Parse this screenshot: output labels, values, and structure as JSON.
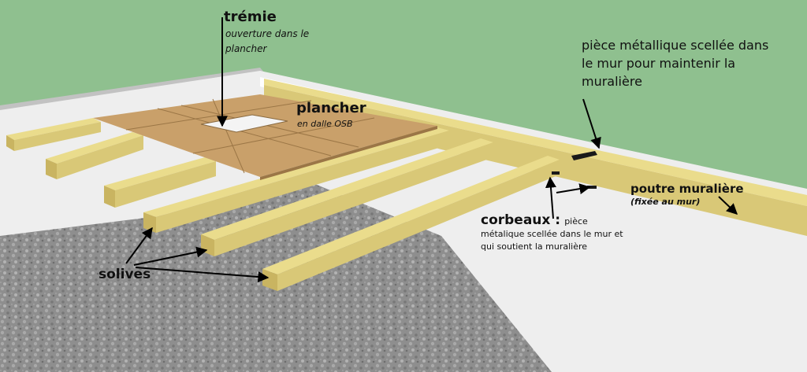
{
  "colors": {
    "wall": "#8fc08f",
    "wall_top": "#9fce9c",
    "floor_side": "#d4d4d4",
    "slab": "#eeeeee",
    "gravel": "#8d8d8d",
    "beam_top": "#eadc8c",
    "beam_side": "#d9c877",
    "beam_end": "#c9b461",
    "osb": "#c9a06a",
    "osb_seam": "#9b7646",
    "metal": "#1a1a1a",
    "arrow": "#000000"
  },
  "labels": {
    "tremie_title": "trémie",
    "tremie_sub_1": "ouverture dans le",
    "tremie_sub_2": "plancher",
    "plancher_title": "plancher",
    "plancher_sub": "en dalle OSB",
    "piece_line_1": "pièce métallique scellée dans",
    "piece_line_2": "le mur pour maintenir la",
    "piece_line_3": "muralière",
    "poutre_title": "poutre muralière",
    "poutre_sub": "(fixée au mur)",
    "corbeaux_title": "corbeaux :",
    "corbeaux_inline": "pièce",
    "corbeaux_line_2": "métalique scellée dans le mur et",
    "corbeaux_line_3": "qui soutient la muralière",
    "solives": "solives"
  },
  "icons": {
    "arrowhead": "arrow-head-icon",
    "bracket": "metal-bracket-icon"
  }
}
